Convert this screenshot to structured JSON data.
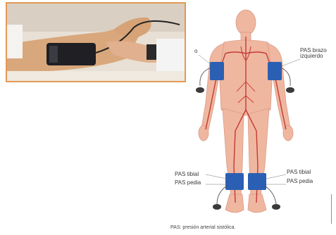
{
  "figure": {
    "labels": {
      "left_arm": "o",
      "right_arm_line1": "PAS brazo",
      "right_arm_line2": "izquierdo",
      "left_tibial": "PAS tibial",
      "left_pedia": "PAS pedia",
      "right_tibial": "PAS tibial",
      "right_pedia": "PAS pedia"
    },
    "caption": "PAS: presión arterial sistólica."
  },
  "colors": {
    "skin": "#f0b7a0",
    "artery": "#c23a35",
    "cuff": "#2b5fb3",
    "photo_border": "#e39a55"
  }
}
